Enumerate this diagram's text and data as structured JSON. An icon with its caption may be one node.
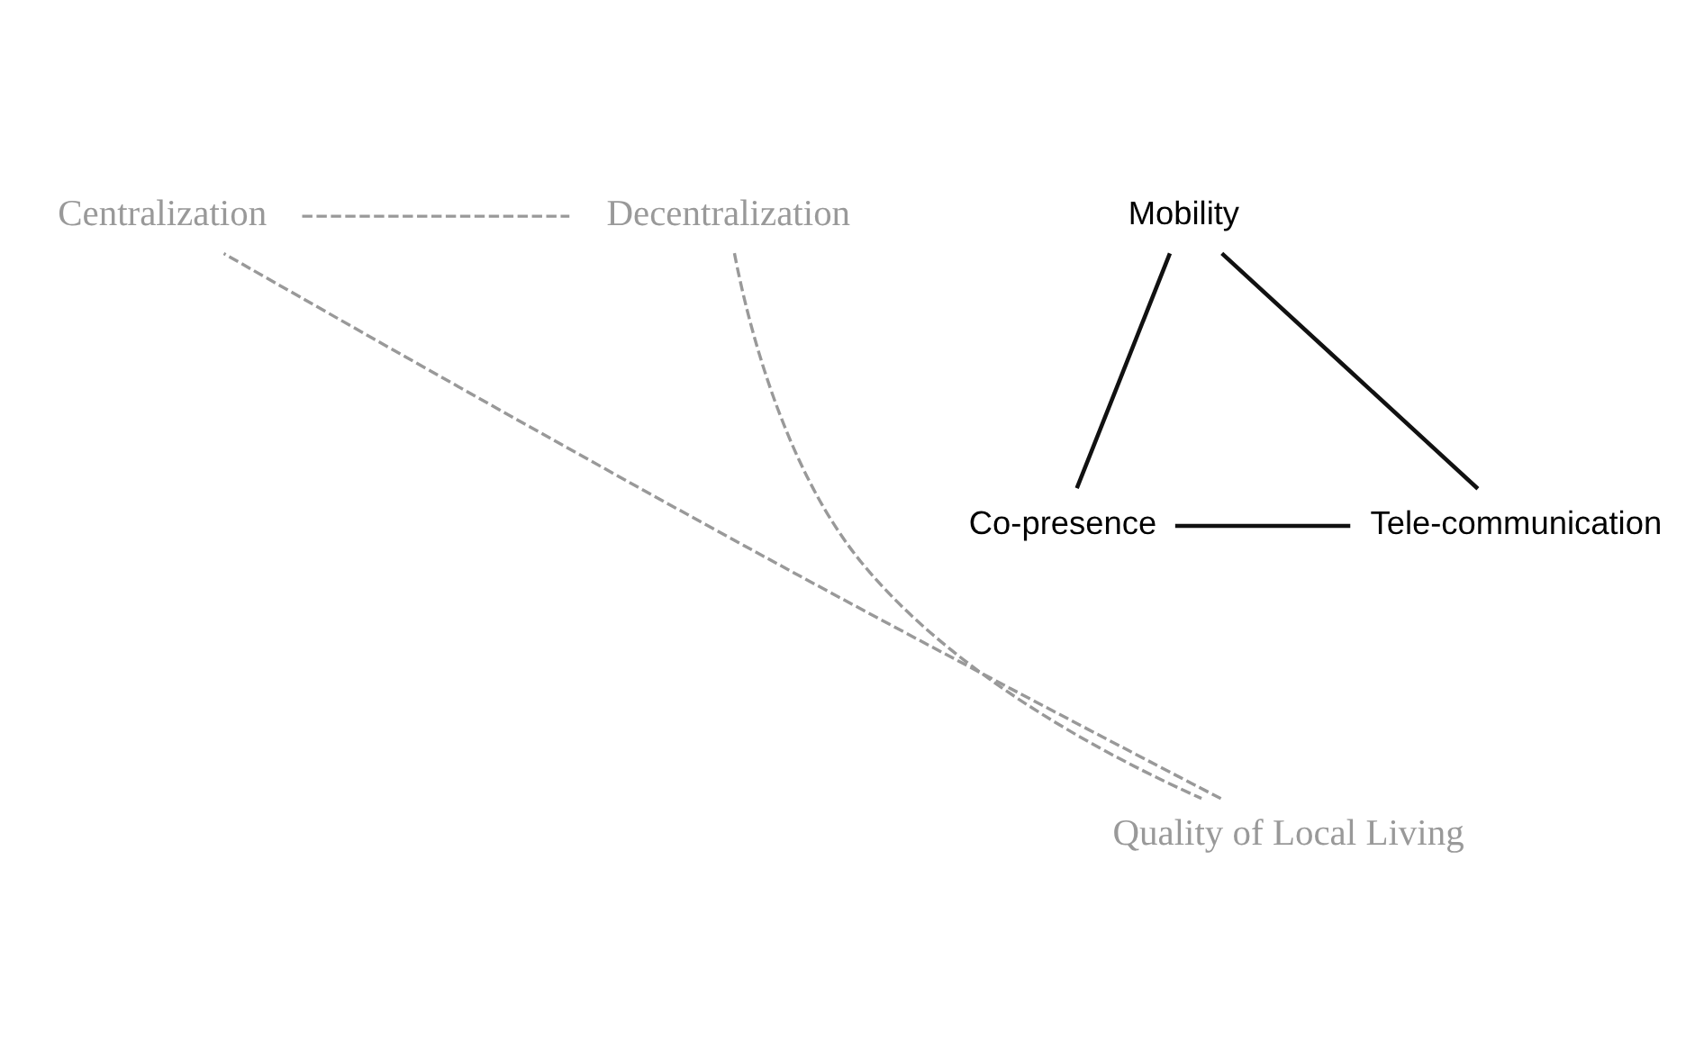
{
  "diagram": {
    "nodes": [
      {
        "text": [
          "Centralization"
        ]
      },
      {
        "text": [
          "Mobility"
        ]
      },
      {
        "text": [
          "Decentralization"
        ]
      },
      {
        "text": [
          "Co-presence"
        ]
      },
      {
        "text": [
          "Tele-communication"
        ]
      },
      {
        "text": [
          "Quality of Local Living"
        ]
      }
    ],
    "edges": [
      {
        "from": 1,
        "to": 3,
        "arrow": "none"
      },
      {
        "from": 3,
        "to": 4,
        "arrow": "none"
      },
      {
        "from": 4,
        "to": 1,
        "arrow": "none"
      },
      {
        "from": 0,
        "to": 2,
        "arrow": "none",
        "style": "dashed",
        "color": "#999999"
      },
      {
        "from": 2,
        "to": 5,
        "arrow": "none",
        "style": "dashed",
        "color": "#999999"
      },
      {
        "from": 5,
        "to": 0,
        "arrow": "none",
        "style": "dashed",
        "color": "#999999"
      }
    ]
  }
}
